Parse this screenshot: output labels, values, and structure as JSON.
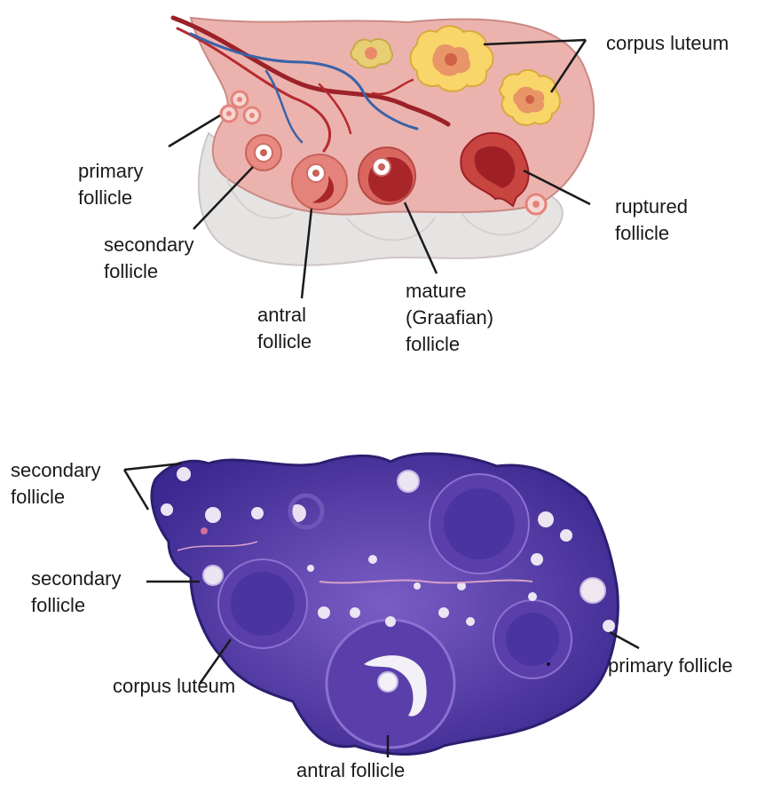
{
  "diagram_labels": {
    "corpus_luteum": "corpus luteum",
    "primary_follicle": "primary\nfollicle",
    "secondary_follicle": "secondary\nfollicle",
    "antral_follicle": "antral\nfollicle",
    "mature_follicle": "mature\n(Graafian)\nfollicle",
    "ruptured_follicle": "ruptured\nfollicle"
  },
  "micrograph_labels": {
    "secondary_follicle_top": "secondary\nfollicle",
    "secondary_follicle_mid": "secondary\nfollicle",
    "corpus_luteum": "corpus luteum",
    "primary_follicle": "primary follicle",
    "antral_follicle": "antral follicle"
  },
  "colors": {
    "ovary": "#ecb3ae",
    "ovary_outline": "#c98a85",
    "medulla": "#e3e3e3",
    "follicle": "#e4837b",
    "antrum": "#a8262a",
    "corpus_luteum": "#f8d66a",
    "tissue": "#4a2f9c"
  }
}
